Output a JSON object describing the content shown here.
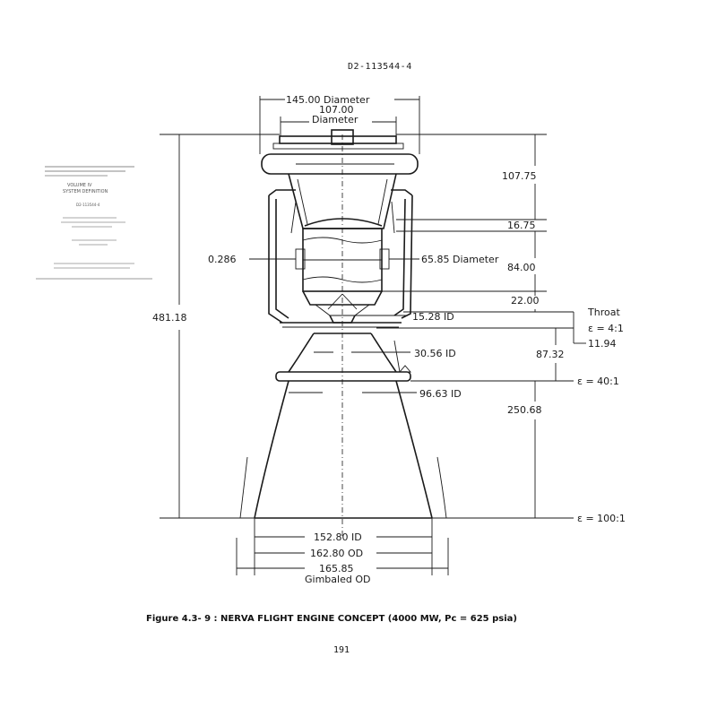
{
  "document": {
    "doc_number": "D2-113544-4",
    "figure_caption": "Figure 4.3- 9 :      NERVA FLIGHT ENGINE CONCEPT (4000 MW, Pc = 625 psia)",
    "page_number": "191"
  },
  "dimensions": {
    "top_diameter": "145.00 Diameter",
    "inner_top_value": "107.00",
    "inner_top_unit": "Diameter",
    "tank_height": "107.75",
    "section_1": "16.75",
    "section_2": "84.00",
    "section_3": "22.00",
    "wall": "0.286",
    "core_diameter": "65.85 Diameter",
    "throat_id": "15.28 ID",
    "throat_label": "Throat",
    "eps_4": "ε = 4:1",
    "eps_4_offset": "11.94",
    "nozzle_id_1": "30.56 ID",
    "nozzle_length_1": "87.32",
    "eps_40": "ε = 40:1",
    "nozzle_id_2": "96.63 ID",
    "nozzle_length_2": "250.68",
    "overall_length": "481.18",
    "eps_100": "ε = 100:1",
    "exit_id": "152.80 ID",
    "exit_od": "162.80 OD",
    "gimbaled_od_value": "165.85",
    "gimbaled_od_label": "Gimbaled OD"
  },
  "inset_doc": {
    "title_1": "VOLUME IV",
    "title_2": "SYSTEM DEFINITION",
    "number": "D2-113544-4"
  }
}
